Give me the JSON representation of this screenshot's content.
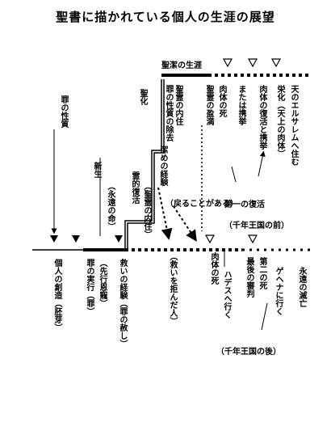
{
  "title": "聖書に描かれている個人の生涯の展望",
  "upper": {
    "label": "聖潔の生涯",
    "sanctification": "聖化",
    "spirit_indwelling": "聖霊の内住",
    "sin_removal": "罪の性質の除去",
    "spirit_filling": "聖霊の盈満",
    "physical_death": "肉体の死",
    "rapture": "または携挙",
    "resurrection_rapture": "肉体の復活と携挙",
    "glory": "栄化（天上の肉体）",
    "new_jerusalem": "天のエルサレムへ住む"
  },
  "middle": {
    "sin_nature": "罪の性質",
    "new_birth": "新生",
    "eternal_life": "（永遠の命）",
    "spiritual_resurrection": "霊的復活",
    "spirit_indwelling_paren": "（聖霊の内住）",
    "cleansing_experience": "潔めの経験",
    "may_return": "（戻ることがある）",
    "first_resurrection": "第一の復活",
    "millennium_begin": "（千年王国の前）"
  },
  "lower": {
    "creation": "個人の創造（胚芽）",
    "actual_sin": "罪の実行（罪）",
    "prevenient_grace": "（先行恩寵）",
    "salvation_experience": "救いの経験（罪の赦し）",
    "rejecting": "（救いを拒んだ人）",
    "physical_death": "肉体の死",
    "hades": "ハデスへ行く",
    "last_judgment": "最後の審判",
    "second_death": "第二の死",
    "gehenna": "ゲヘナに行く",
    "eternal_destruction": "永遠の滅亡",
    "after_millennium": "（千年王国の後）"
  }
}
